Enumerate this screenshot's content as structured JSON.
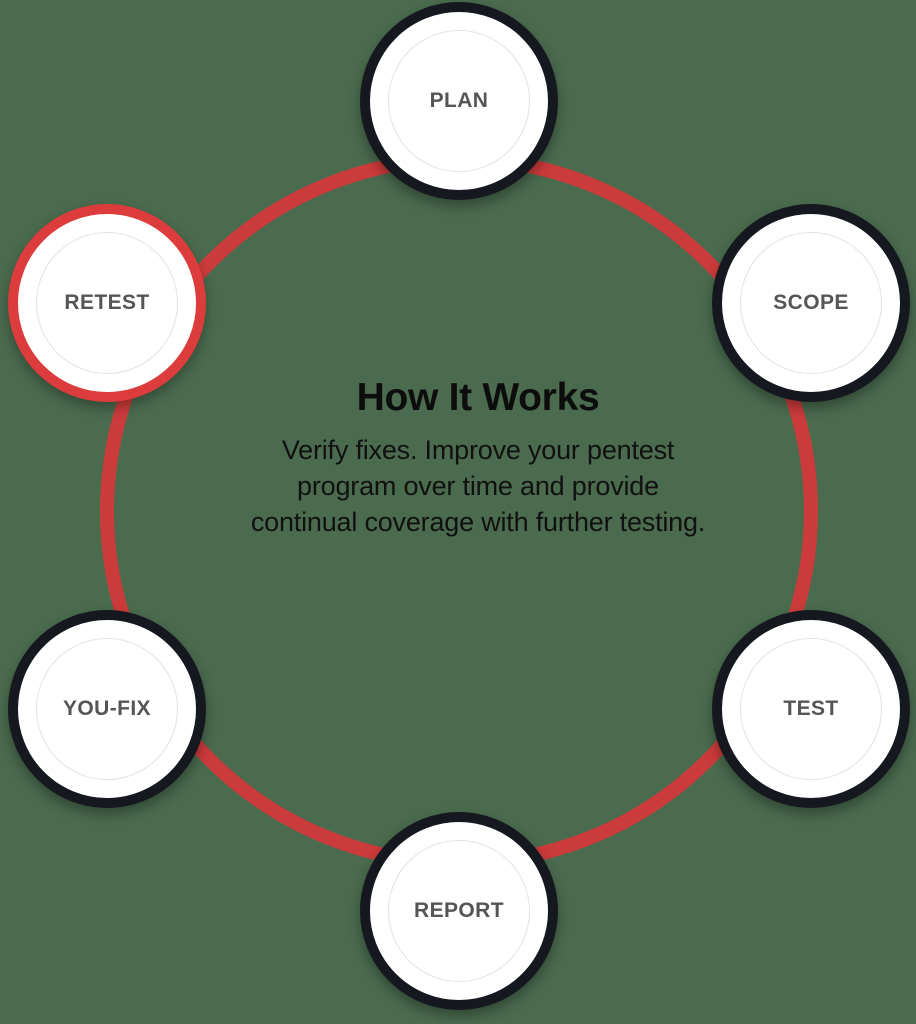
{
  "colors": {
    "background": "#4a6b4e",
    "arc": "#cc3b3b",
    "node_ring_default": "#16181f",
    "node_ring_active": "#dc3c3c",
    "node_fill": "#ffffff",
    "node_inner_outline": "#e2e2e2",
    "node_label": "#555555",
    "title": "#0d0d0d",
    "body": "#111111"
  },
  "center": {
    "title": "How It Works",
    "description_lines": [
      "Verify fixes. Improve your pentest",
      "program over time and provide",
      "continual coverage with further testing."
    ],
    "description": "Verify fixes. Improve your pentest program over time and provide continual coverage with further testing."
  },
  "diagram": {
    "type": "cycle",
    "shape": "circular-loop",
    "direction": "clockwise",
    "step_count": 6,
    "active_step": "RETEST",
    "connector": "red-circular-arc"
  },
  "nodes": [
    {
      "id": "plan",
      "label": "PLAN",
      "position": "top",
      "angle_deg": 270,
      "active": false
    },
    {
      "id": "scope",
      "label": "SCOPE",
      "position": "upper-right",
      "angle_deg": 330,
      "active": false
    },
    {
      "id": "test",
      "label": "TEST",
      "position": "lower-right",
      "angle_deg": 30,
      "active": false
    },
    {
      "id": "report",
      "label": "REPORT",
      "position": "bottom",
      "angle_deg": 90,
      "active": false
    },
    {
      "id": "you-fix",
      "label": "YOU-FIX",
      "position": "lower-left",
      "angle_deg": 150,
      "active": false
    },
    {
      "id": "retest",
      "label": "RETEST",
      "position": "upper-left",
      "angle_deg": 210,
      "active": true
    }
  ]
}
